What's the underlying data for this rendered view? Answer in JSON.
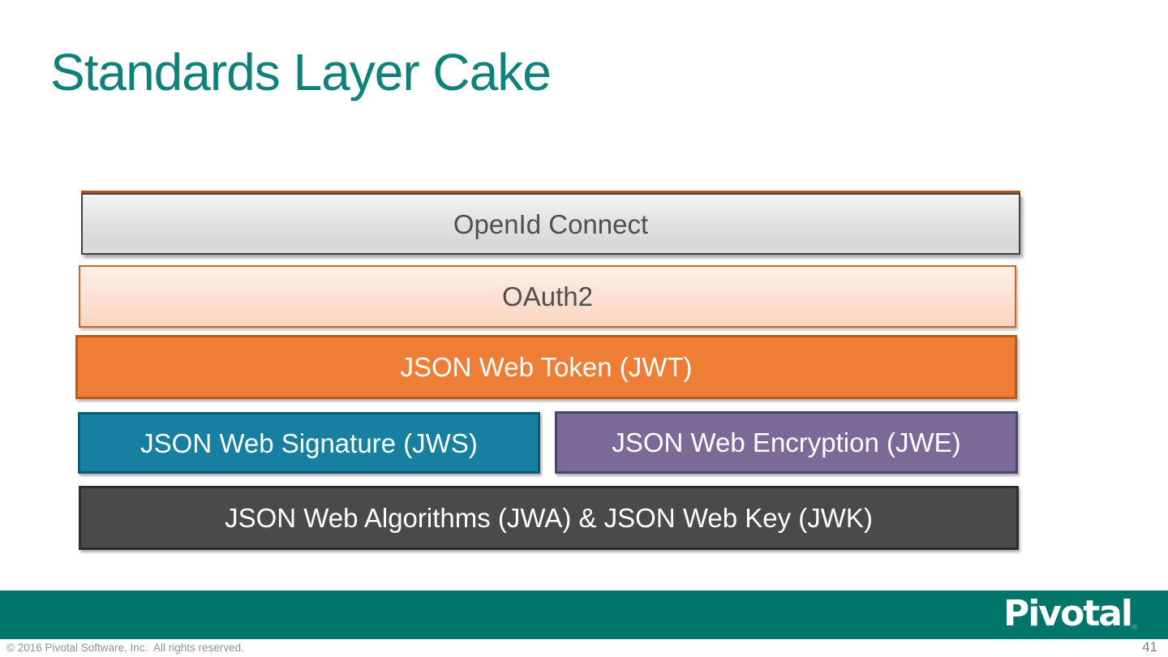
{
  "slide": {
    "title": "Standards Layer Cake"
  },
  "layers": [
    {
      "label": "OpenId Connect",
      "fill_top": "#f4f4f4",
      "fill_bottom": "#d7d7d7",
      "border_color": "#424242",
      "accent_top_line": "#b0541e",
      "text_color": "#4f4f4f"
    },
    {
      "label": "OAuth2",
      "fill_top": "#fdefe7",
      "fill_bottom": "#fad4c0",
      "border_color": "#c9682a",
      "text_color": "#4f4f4f"
    },
    {
      "label": "JSON Web Token (JWT)",
      "fill": "#ee7d35",
      "border_color": "#bc5a17",
      "text_color": "#ffffff"
    },
    {
      "label": "JSON Web Signature (JWS)",
      "fill": "#177f9f",
      "border_color": "#0d5c77",
      "text_color": "#ffffff"
    },
    {
      "label": "JSON Web Encryption (JWE)",
      "fill": "#7a6a97",
      "border_color": "#4e4368",
      "text_color": "#ffffff"
    },
    {
      "label": "JSON Web Algorithms (JWA) & JSON Web Key (JWK)",
      "fill": "#4a4a4a",
      "border_color": "#2d2d2d",
      "text_color": "#ffffff"
    }
  ],
  "footer": {
    "logo_text": "Pivotal",
    "logo_mark": "®",
    "bar_color": "#00756a",
    "copyright": "© 2016 Pivotal Software, Inc.  All rights reserved.",
    "page_number": "41"
  },
  "colors": {
    "title_teal": "#0e827a",
    "footer_teal": "#00756a",
    "background": "#ffffff"
  }
}
